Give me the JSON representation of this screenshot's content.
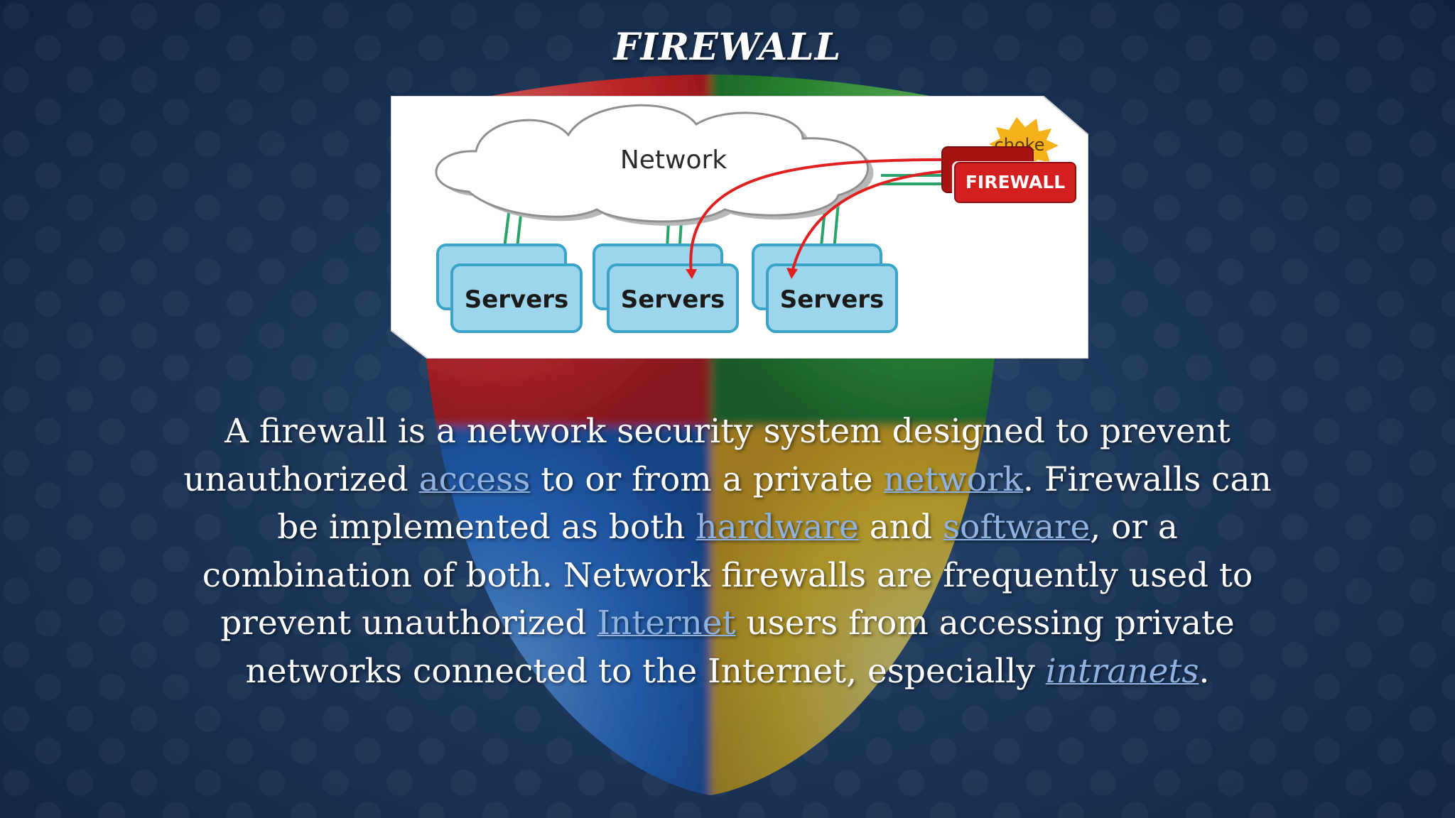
{
  "slide": {
    "title": "FIREWALL",
    "colors": {
      "background": "#1b3558",
      "link": "#8fb2e0",
      "firewall_red": "#d31f1f",
      "server_box": "#9dd6ec",
      "arrow_red": "#e02020",
      "connector_green": "#2aa36a",
      "choke_burst": "#f6b21a"
    }
  },
  "diagram": {
    "network_label": "Network",
    "choke_label": "choke",
    "firewall_label": "FIREWALL",
    "servers": [
      {
        "label": "Servers"
      },
      {
        "label": "Servers"
      },
      {
        "label": "Servers"
      }
    ]
  },
  "body": {
    "t1": "A firewall is a network security system designed to prevent unauthorized ",
    "link_access": "access",
    "t2": " to or from a private ",
    "link_network": "network",
    "t3": ". Firewalls can be implemented as both ",
    "link_hardware": "hardware",
    "t4": " and ",
    "link_software": "software",
    "t5": ", or a combination of both. Network firewalls are frequently used to prevent unauthorized ",
    "link_internet": "Internet",
    "t6": " users from accessing private networks connected to the Internet, especially ",
    "link_intranets": "intranets",
    "t7": "."
  }
}
